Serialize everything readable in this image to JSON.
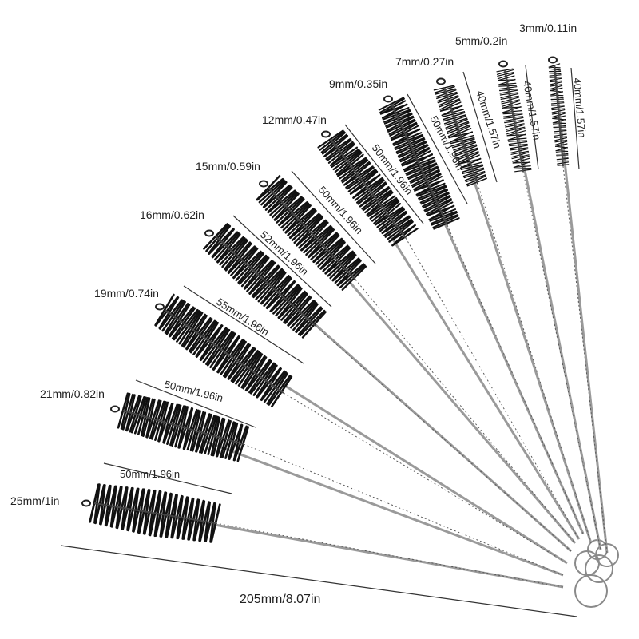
{
  "product": {
    "brushes": [
      {
        "diameter": "25mm/1in",
        "bristle_length": "50mm/1.96in"
      },
      {
        "diameter": "21mm/0.82in",
        "bristle_length": "50mm/1.96in"
      },
      {
        "diameter": "19mm/0.74in",
        "bristle_length": "55mm/1.96in"
      },
      {
        "diameter": "16mm/0.62in",
        "bristle_length": "52mm/1.96in"
      },
      {
        "diameter": "15mm/0.59in",
        "bristle_length": "50mm/1.96in"
      },
      {
        "diameter": "12mm/0.47in",
        "bristle_length": "50mm/1.96in"
      },
      {
        "diameter": "9mm/0.35in",
        "bristle_length": "50mm/1.96in"
      },
      {
        "diameter": "7mm/0.27in",
        "bristle_length": "40mm/1.57in"
      },
      {
        "diameter": "5mm/0.2in",
        "bristle_length": "40mm/1.57in"
      },
      {
        "diameter": "3mm/0.11in",
        "bristle_length": "40mm/1.57in"
      }
    ],
    "total_length": "205mm/8.07in",
    "colors": {
      "bristle": "#111111",
      "wire": "#9a9a9a",
      "ring": "#8a8a8a",
      "text": "#222222"
    }
  }
}
